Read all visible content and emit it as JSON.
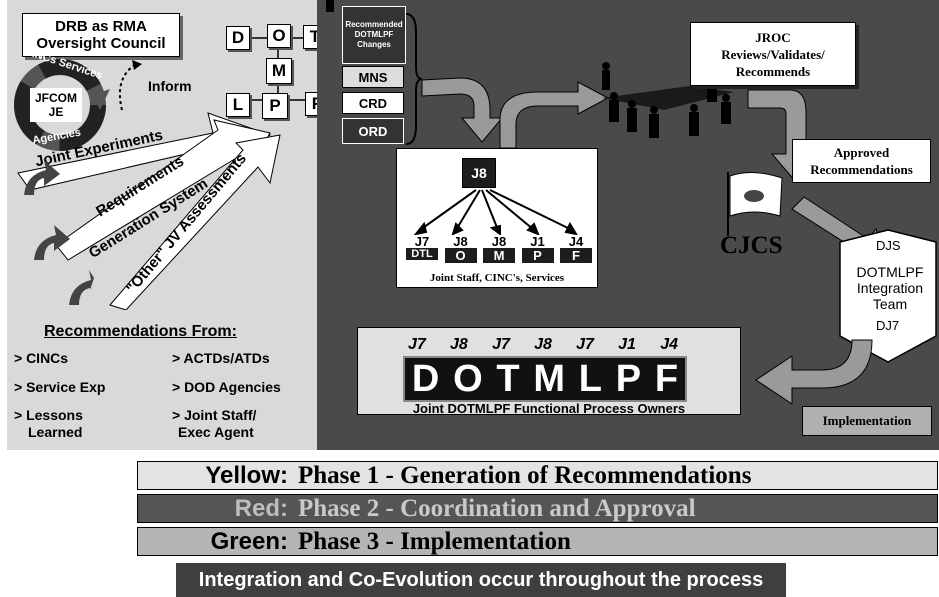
{
  "left": {
    "drb_line1": "DRB as RMA",
    "drb_line2": "Oversight Council",
    "inform": "Inform",
    "ring_top": "CINCs Services",
    "ring_bottom": "Agencies",
    "center_line1": "JFCOM",
    "center_line2": "JE",
    "arrow1": "Joint Experiments",
    "arrow2_line1": "Requirements",
    "arrow2_line2": "Generation System",
    "arrow3": "\"Other\" JV Assessments",
    "rec_title": "Recommendations From:",
    "rec_col1": [
      "> CINCs",
      "> Service Exp",
      "> Lessons",
      "Learned"
    ],
    "rec_col2": [
      "> ACTDs/ATDs",
      "> DOD Agencies",
      "> Joint Staff/",
      "Exec Agent"
    ]
  },
  "dot_grid": {
    "d": "D",
    "o": "O",
    "t": "T",
    "m": "M",
    "l": "L",
    "p": "P",
    "f": "F"
  },
  "docs": {
    "rec_line1": "Recommended",
    "rec_line2": "DOTMLPF",
    "rec_line3": "Changes",
    "mns": "MNS",
    "crd": "CRD",
    "ord": "ORD"
  },
  "jroc": {
    "line1": "JROC",
    "line2": "Reviews/Validates/",
    "line3": "Recommends"
  },
  "approved": {
    "line1": "Approved",
    "line2": "Recommendations"
  },
  "cjcs": "CJCS",
  "j8_box": {
    "top": "J8",
    "items": [
      {
        "code": "J7",
        "letter": "DTL"
      },
      {
        "code": "J8",
        "letter": "O"
      },
      {
        "code": "J8",
        "letter": "M"
      },
      {
        "code": "J1",
        "letter": "P"
      },
      {
        "code": "J4",
        "letter": "F"
      }
    ],
    "caption": "Joint Staff, CINC's, Services"
  },
  "integration": {
    "djs": "DJS",
    "line1": "DOTMLPF",
    "line2": "Integration",
    "line3": "Team",
    "dj7": "DJ7"
  },
  "owners": {
    "codes": [
      "J7",
      "J8",
      "J7",
      "J8",
      "J7",
      "J1",
      "J4"
    ],
    "letters": [
      "D",
      "O",
      "T",
      "M",
      "L",
      "P",
      "F"
    ],
    "caption": "Joint DOTMLPF Functional Process Owners"
  },
  "implementation": "Implementation",
  "phases": [
    {
      "color": "Yellow:",
      "text": "Phase 1 - Generation of Recommendations"
    },
    {
      "color": "Red:",
      "text": "Phase 2 - Coordination and Approval"
    },
    {
      "color": "Green:",
      "text": "Phase 3 - Implementation"
    }
  ],
  "footer": "Integration and Co-Evolution occur throughout the process",
  "colors": {
    "left_panel": "#d9d9d9",
    "right_panel": "#4a4a4a",
    "phase1": "#e3e3e3",
    "phase2": "#555555",
    "phase3": "#b5b5b5",
    "footer": "#3f3f3f"
  }
}
